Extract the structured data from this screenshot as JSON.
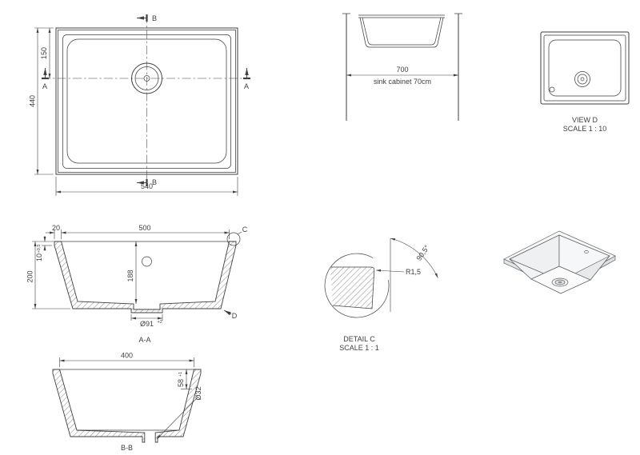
{
  "style": {
    "line": "#3f3f3f",
    "background": "#ffffff"
  },
  "plan_view": {
    "dim_width": "540",
    "dim_depth": "440",
    "dim_drain_offset": "150",
    "section_a_left": "A",
    "section_a_right": "A",
    "section_b_top": "B",
    "section_b_bottom": "B"
  },
  "front_view": {
    "dim_cabinet": "700",
    "caption": "sink cabinet 70cm"
  },
  "view_d": {
    "title": "VIEW D",
    "scale": "SCALE 1 : 10"
  },
  "section_aa": {
    "title": "A-A",
    "dim_opening": "500",
    "dim_rim": "20",
    "dim_thickness": "10",
    "dim_thickness_tol": "+0,5",
    "dim_depth": "200",
    "dim_inner_depth": "188",
    "dim_recess": "Ø91",
    "dim_recess_tol": "+2",
    "detail_c_label": "C",
    "detail_d_label": "D"
  },
  "detail_c": {
    "title": "DETAIL C",
    "scale": "SCALE 1 : 1",
    "radius": "R1,5",
    "angle": "90,5°"
  },
  "section_bb": {
    "title": "B-B",
    "dim_opening": "400",
    "dim_drain_depth": "58",
    "dim_drain_depth_tol": "+1",
    "dim_waste": "Ø32"
  }
}
